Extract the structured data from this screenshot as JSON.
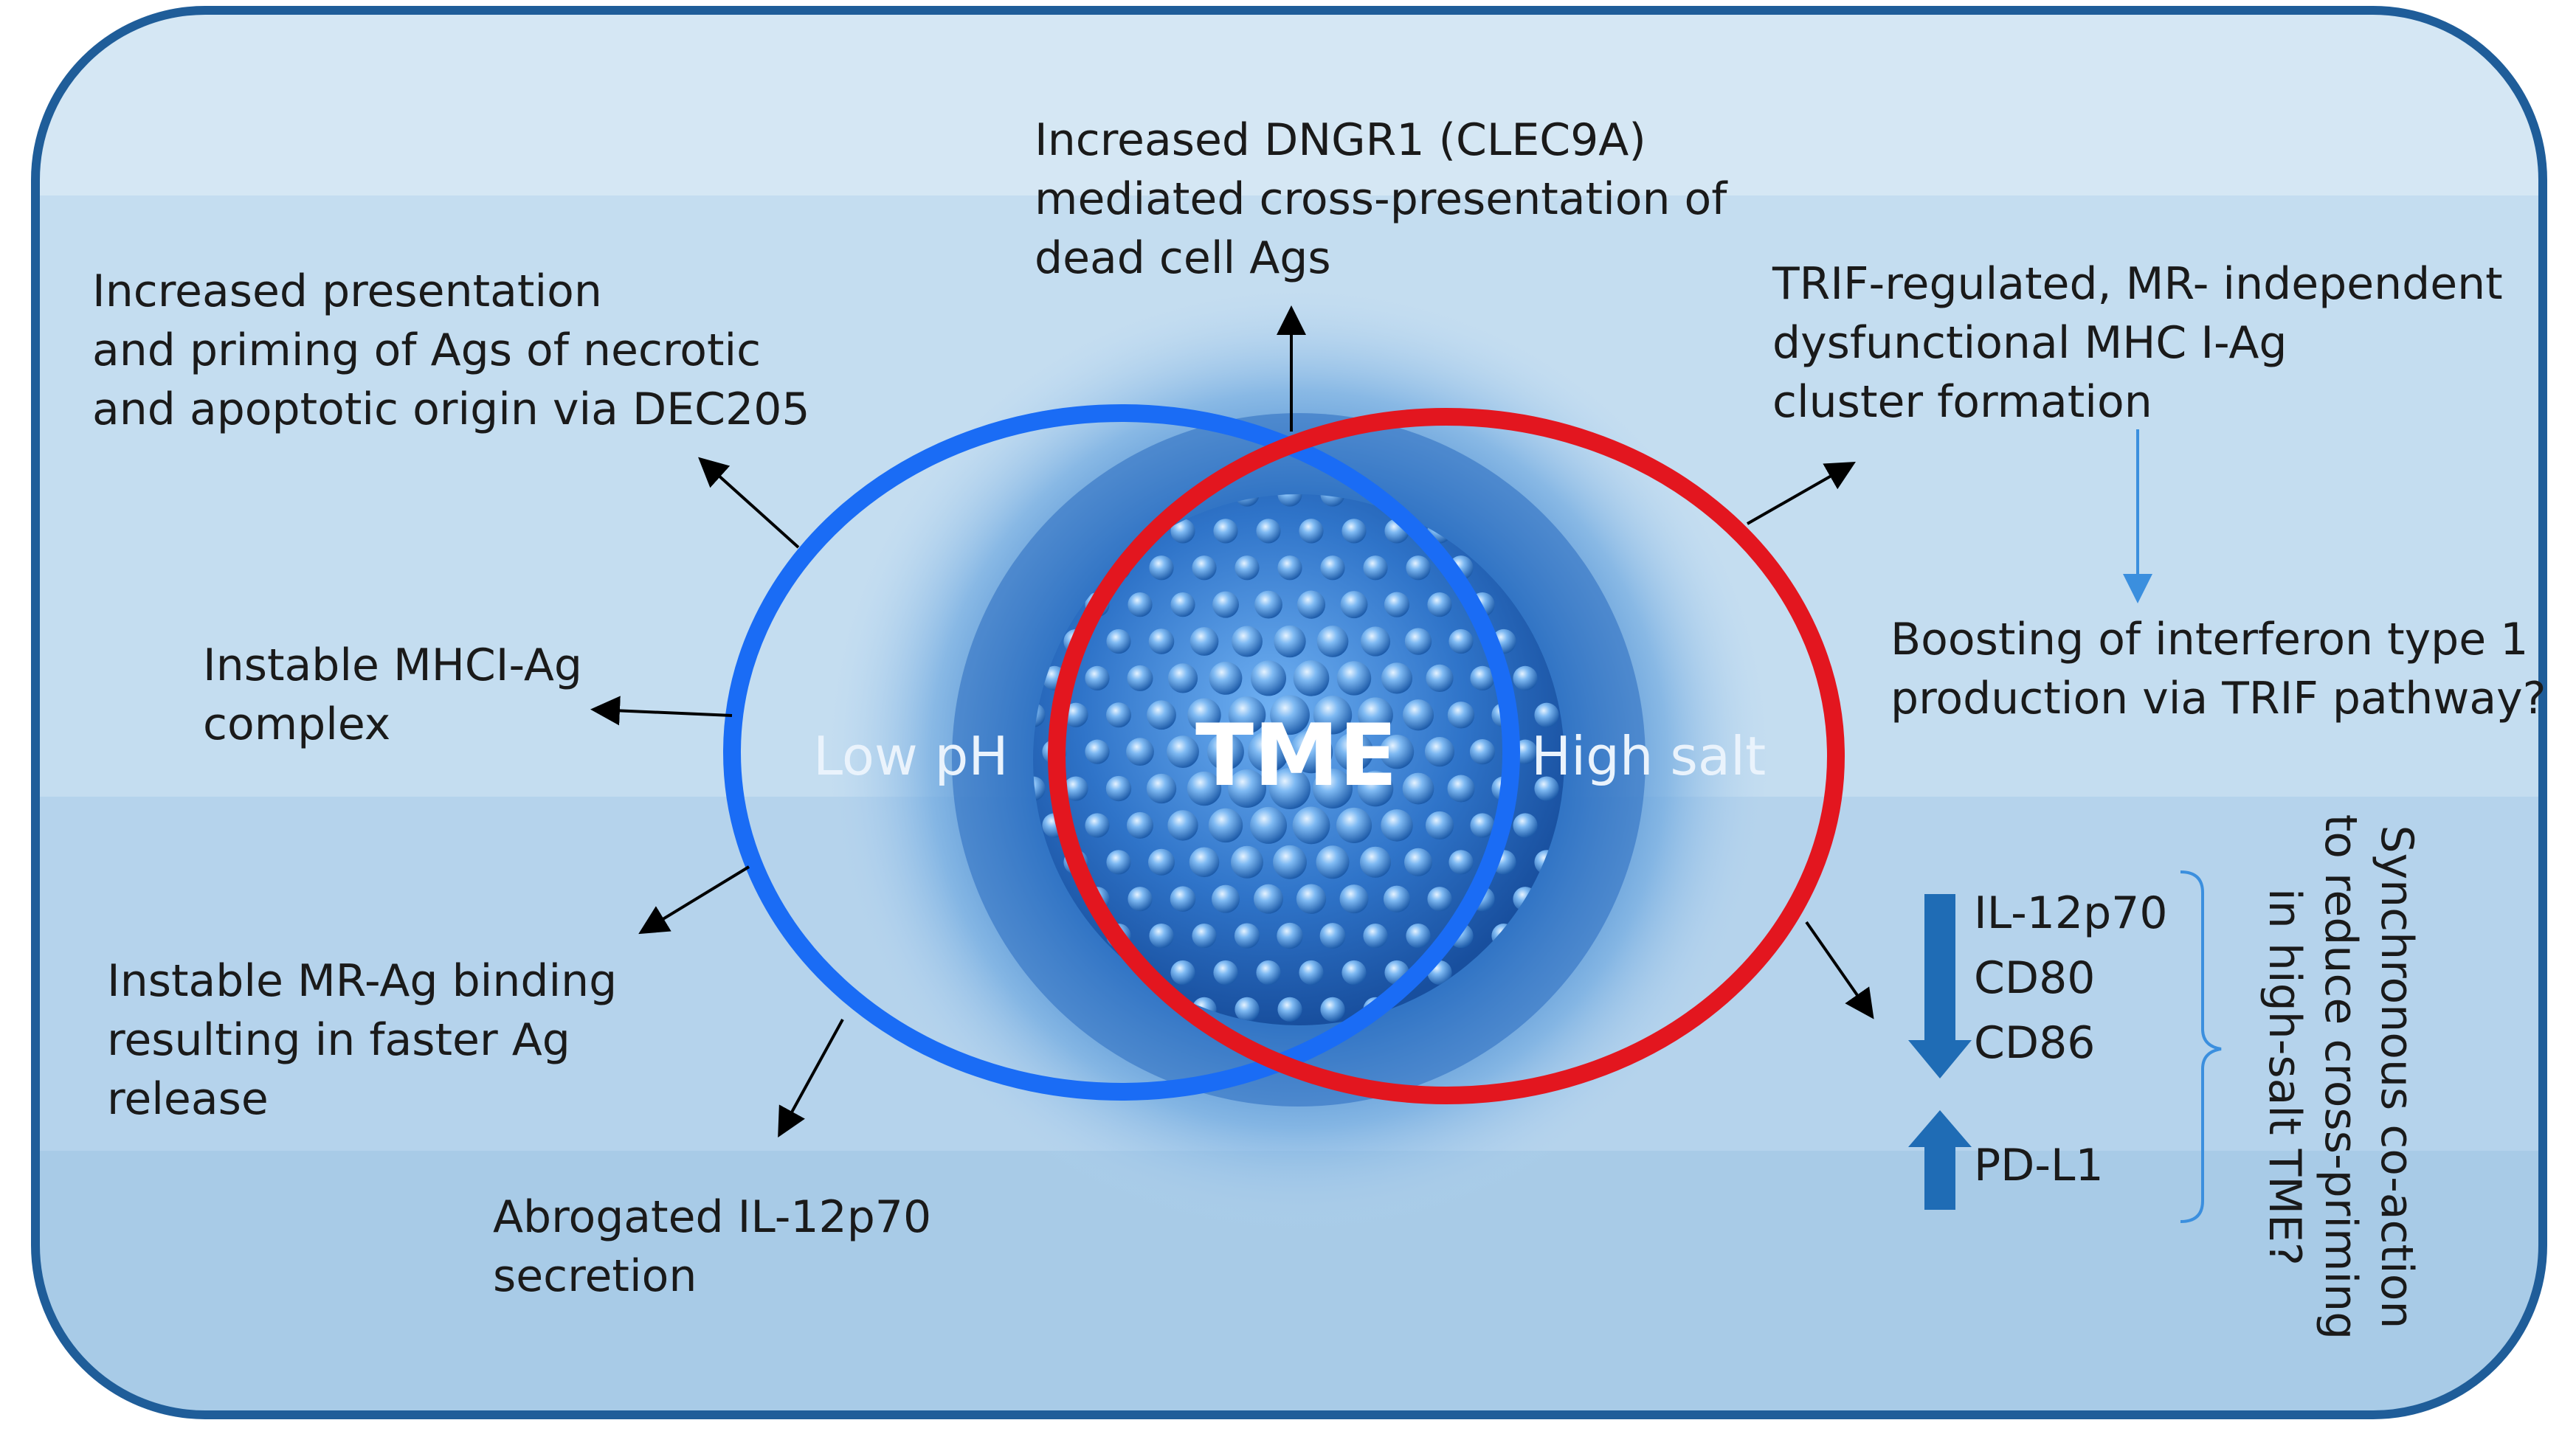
{
  "center": {
    "title": "TME",
    "left_factor": "Low pH",
    "right_factor": "High salt"
  },
  "effects": {
    "dngr1": "Increased DNGR1 (CLEC9A)\nmediated cross-presentation of\ndead cell Ags",
    "dec205": "Increased presentation\nand priming of Ags of necrotic\nand apoptotic origin via DEC205",
    "trif_cluster": "TRIF-regulated, MR- independent\ndysfunctional MHC I-Ag\ncluster formation",
    "interferon": "Boosting of interferon type 1\nproduction via TRIF pathway?",
    "mhci": "Instable MHCI-Ag\ncomplex",
    "mr_binding": "Instable MR-Ag binding\nresulting in faster Ag\nrelease",
    "il12": "Abrogated IL-12p70\nsecretion"
  },
  "markers": {
    "down": [
      "IL-12p70",
      "CD80",
      "CD86"
    ],
    "up": [
      "PD-L1"
    ]
  },
  "side_note": "Synchronous co-action\nto reduce cross-priming\nin high-salt TME?",
  "colors": {
    "frame": "#1f5d99",
    "band_top": "#d5e7f4",
    "band_mid": "#c4ddf0",
    "band_low": "#b5d3ec",
    "band_bottom": "#a8cbe7",
    "low_ph_ring": "#1a6cf5",
    "high_salt_ring": "#e3161f",
    "bold_arrow": "#1f6cb5",
    "thin_arrow": "#3b8fde"
  },
  "icons": [
    "tumor-cell-cluster",
    "up-arrow",
    "down-arrow",
    "right-brace"
  ]
}
